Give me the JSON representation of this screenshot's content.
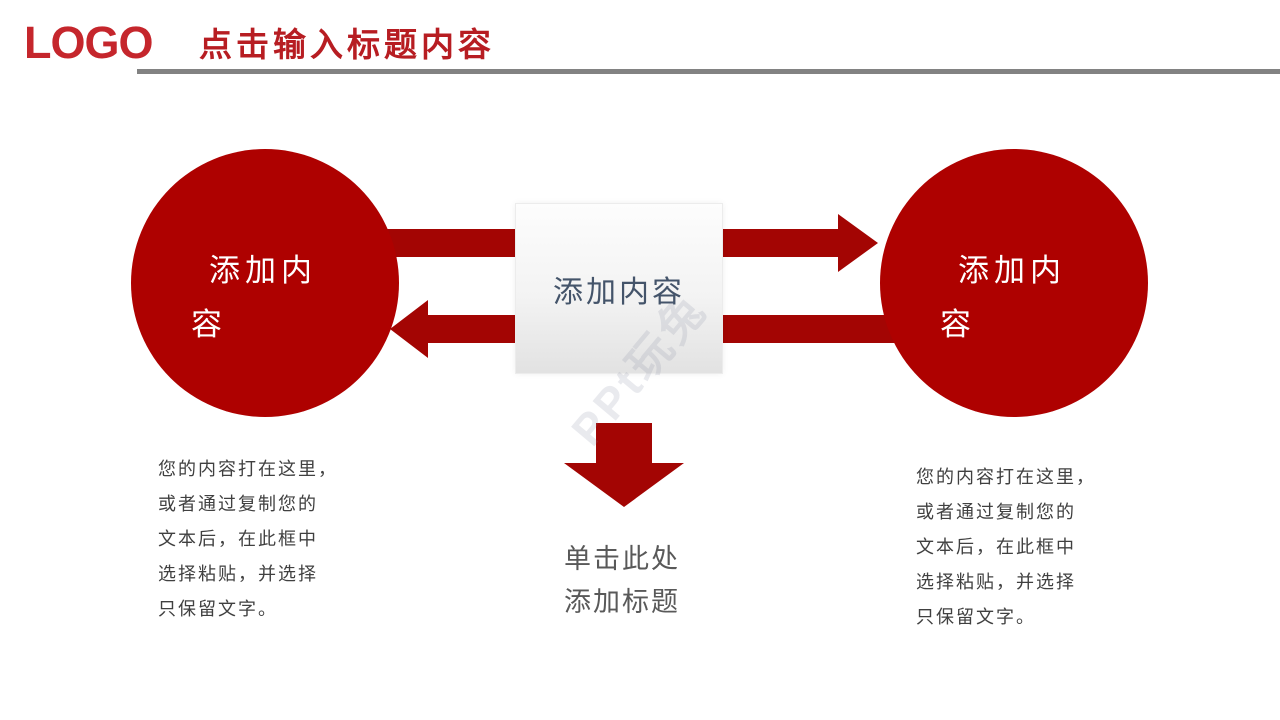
{
  "header": {
    "logo": "LOGO",
    "title": "点击输入标题内容"
  },
  "diagram": {
    "left_circle": {
      "line1": "添加内",
      "line2": "容"
    },
    "right_circle": {
      "line1": "添加内",
      "line2": "容"
    },
    "center_box": {
      "label": "添加内容"
    },
    "watermark": "PPt玩兔",
    "caption": {
      "line1": "单击此处",
      "line2": "添加标题"
    }
  },
  "left_text": {
    "lines": [
      "您的内容打在这里，",
      "或者通过复制您的",
      "文本后，在此框中",
      "选择粘贴，并选择",
      "只保留文字。"
    ]
  },
  "right_text": {
    "lines": [
      "您的内容打在这里，",
      "或者通过复制您的",
      "文本后，在此框中",
      "选择粘贴，并选择",
      "只保留文字。"
    ]
  },
  "colors": {
    "circle_red": "#AE0100",
    "arrow_red": "#A30503",
    "logo_red": "#C5262C",
    "title_red": "#B71D22",
    "rule_gray": "#828282",
    "box_text_slate": "#44546A",
    "body_text_gray": "#404040",
    "caption_gray": "#595959"
  }
}
